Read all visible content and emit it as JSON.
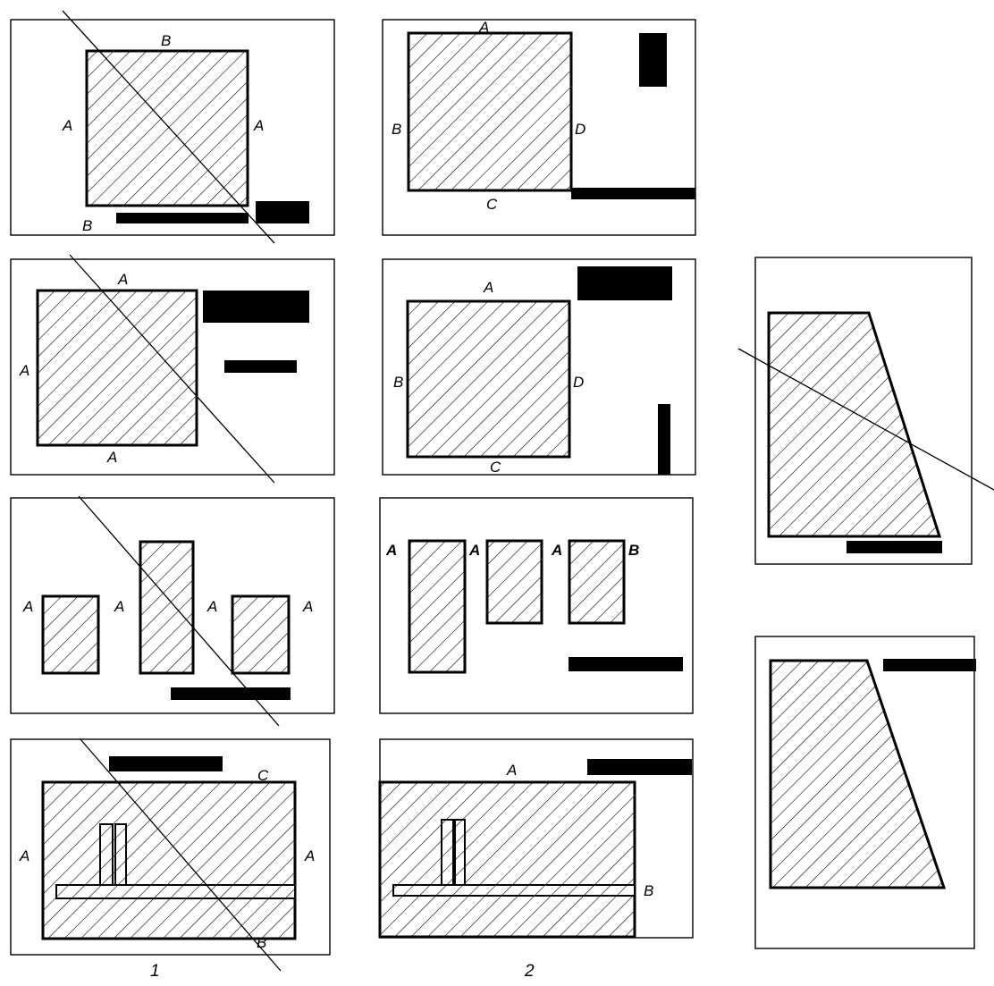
{
  "colors": {
    "ink": "#000000",
    "paper": "#ffffff"
  },
  "columns": {
    "col1_caption": "1",
    "col2_caption": "2"
  },
  "panels": {
    "p11": {
      "top": "B",
      "bottom": "B",
      "left": "A",
      "right": "A"
    },
    "p12": {
      "top": "A",
      "bottom": "C",
      "left": "B",
      "right": "D"
    },
    "p21": {
      "top": "A",
      "bottom": "A",
      "left": "A"
    },
    "p22": {
      "top": "A",
      "bottom": "C",
      "left": "B",
      "right": "D"
    },
    "p31": {
      "l1": "A",
      "l2": "A",
      "l3": "A",
      "l4": "A"
    },
    "p32": {
      "l1": "A",
      "l2": "A",
      "l3": "A",
      "l4": "B"
    },
    "p41": {
      "topright": "C",
      "left": "A",
      "right": "A",
      "bottom": "B"
    },
    "p42": {
      "top": "A",
      "right": "B"
    }
  }
}
